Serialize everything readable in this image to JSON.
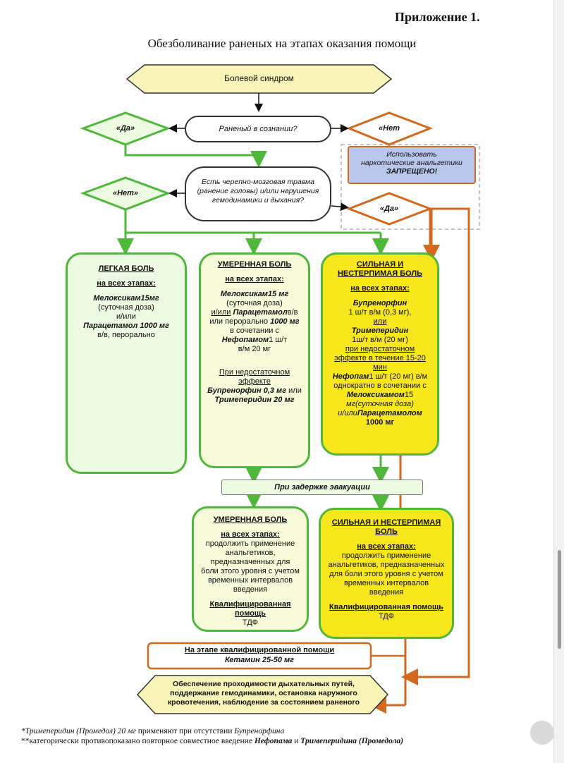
{
  "appendix": "Приложение 1.",
  "title": "Обезболивание раненых на этапах оказания помощи",
  "pain_syndrome": "Болевой синдром",
  "q1": "Раненый в сознании?",
  "yes": "«Да»",
  "no": "«Нет»",
  "no2": "«Нет",
  "narcotics": [
    "Использовать",
    "наркотические анальгетики",
    "ЗАПРЕЩЕНО!"
  ],
  "q2": [
    "Есть черепно-мозговая травма",
    "(ранение головы) и/или нарушения",
    "гемодинамики и дыхания?"
  ],
  "light": {
    "title": "ЛЕГКАЯ БОЛЬ",
    "stages": "на всех этапах:",
    "l1": "Мелоксикам15мг",
    "l2": "(суточная доза)",
    "l3": "и/или",
    "l4": "Парацетамол 1000 мг",
    "l5": "в/в, перорально"
  },
  "moderate": {
    "title": "УМЕРЕННАЯ БОЛЬ",
    "stages": "на всех этапах:",
    "l1": "Мелоксикам15 мг",
    "l2": "(суточная доза)",
    "l3a": "и/или",
    "l3b": "Парацетамол",
    "l3c": "в/в",
    "l4a": "или перорально ",
    "l4b": "1000 мг",
    "l5": "в сочетании с",
    "l6a": "Нефопамом",
    "l6b": "1 ш/т",
    "l7": "в/м 20 мг",
    "l8": "При недостаточном",
    "l9": "эффекте",
    "l10a": "Бупренорфин 0,3 мг",
    "l10b": " или",
    "l11": "Тримеперидин 20 мг"
  },
  "severe": {
    "title1": "СИЛЬНАЯ И",
    "title2": "НЕСТЕРПИМАЯ БОЛЬ",
    "stages": "на всех этапах:",
    "l1": "Бупренорфин",
    "l2": "1 ш/т в/м (0,3 мг),",
    "l3": "или",
    "l4": "Тримеперидин",
    "l5": "1ш/т в/м (20 мг)",
    "l6": "при недостаточном",
    "l7": "эффекте в течение 15-20",
    "l8": "мин",
    "l9a": "Нефопам",
    "l9b": "1 ш/т (20 мг) в/м",
    "l10": "однократно в сочетании с",
    "l11": "Мелоксикамом",
    "l11b": "15",
    "l12": "мг(суточная доза)",
    "l13a": "и/или",
    "l13b": "Парацетамолом",
    "l14": "1000 мг"
  },
  "delay": "При задержке эвакуации",
  "moderate2": {
    "title": "УМЕРЕННАЯ БОЛЬ",
    "stages": "на всех этапах:",
    "t1": "продолжить применение",
    "t2": "анальгетиков,",
    "t3": "предназначенных для",
    "t4": "боли этого уровня с учетом",
    "t5": "временных интервалов",
    "t6": "введения",
    "q1": "Квалифицированная",
    "q2": "помощь",
    "tdf": "ТДФ"
  },
  "severe2": {
    "title1": "СИЛЬНАЯ И НЕСТЕРПИМАЯ",
    "title2": "БОЛЬ",
    "stages": "на всех этапах:",
    "t1": "продолжить применение",
    "t2": "анальгетиков, предназначенных",
    "t3": "для боли этого уровня с учетом",
    "t4": "временных интервалов",
    "t5": "введения",
    "q": "Квалифицированная помощь",
    "tdf": "ТДФ"
  },
  "qualified_stage": "На этапе квалифицированной помощи",
  "ketamine": "Кетамин 25-50 мг",
  "final": [
    "Обеспечение проходимости дыхательных путей,",
    "поддержание гемодинамики, остановка наружного",
    "кровотечения, наблюдение за состоянием раненого"
  ],
  "footnote1a": "*Тримеперидин (Промедол) 20 мг",
  "footnote1b": " применяют при отсутствии ",
  "footnote1c": "Бупренорфина",
  "footnote2a": "**категорически противопоказано повторное совместное введение ",
  "footnote2b": "Нефопама",
  "footnote2c": " и ",
  "footnote2d": "Тримеперидина (Промедола)",
  "colors": {
    "green": "#4fb83a",
    "orange": "#d2691e",
    "yellow": "#f7e71c",
    "lightyellow": "#f9f4b8",
    "blue": "#b8c7ec"
  }
}
